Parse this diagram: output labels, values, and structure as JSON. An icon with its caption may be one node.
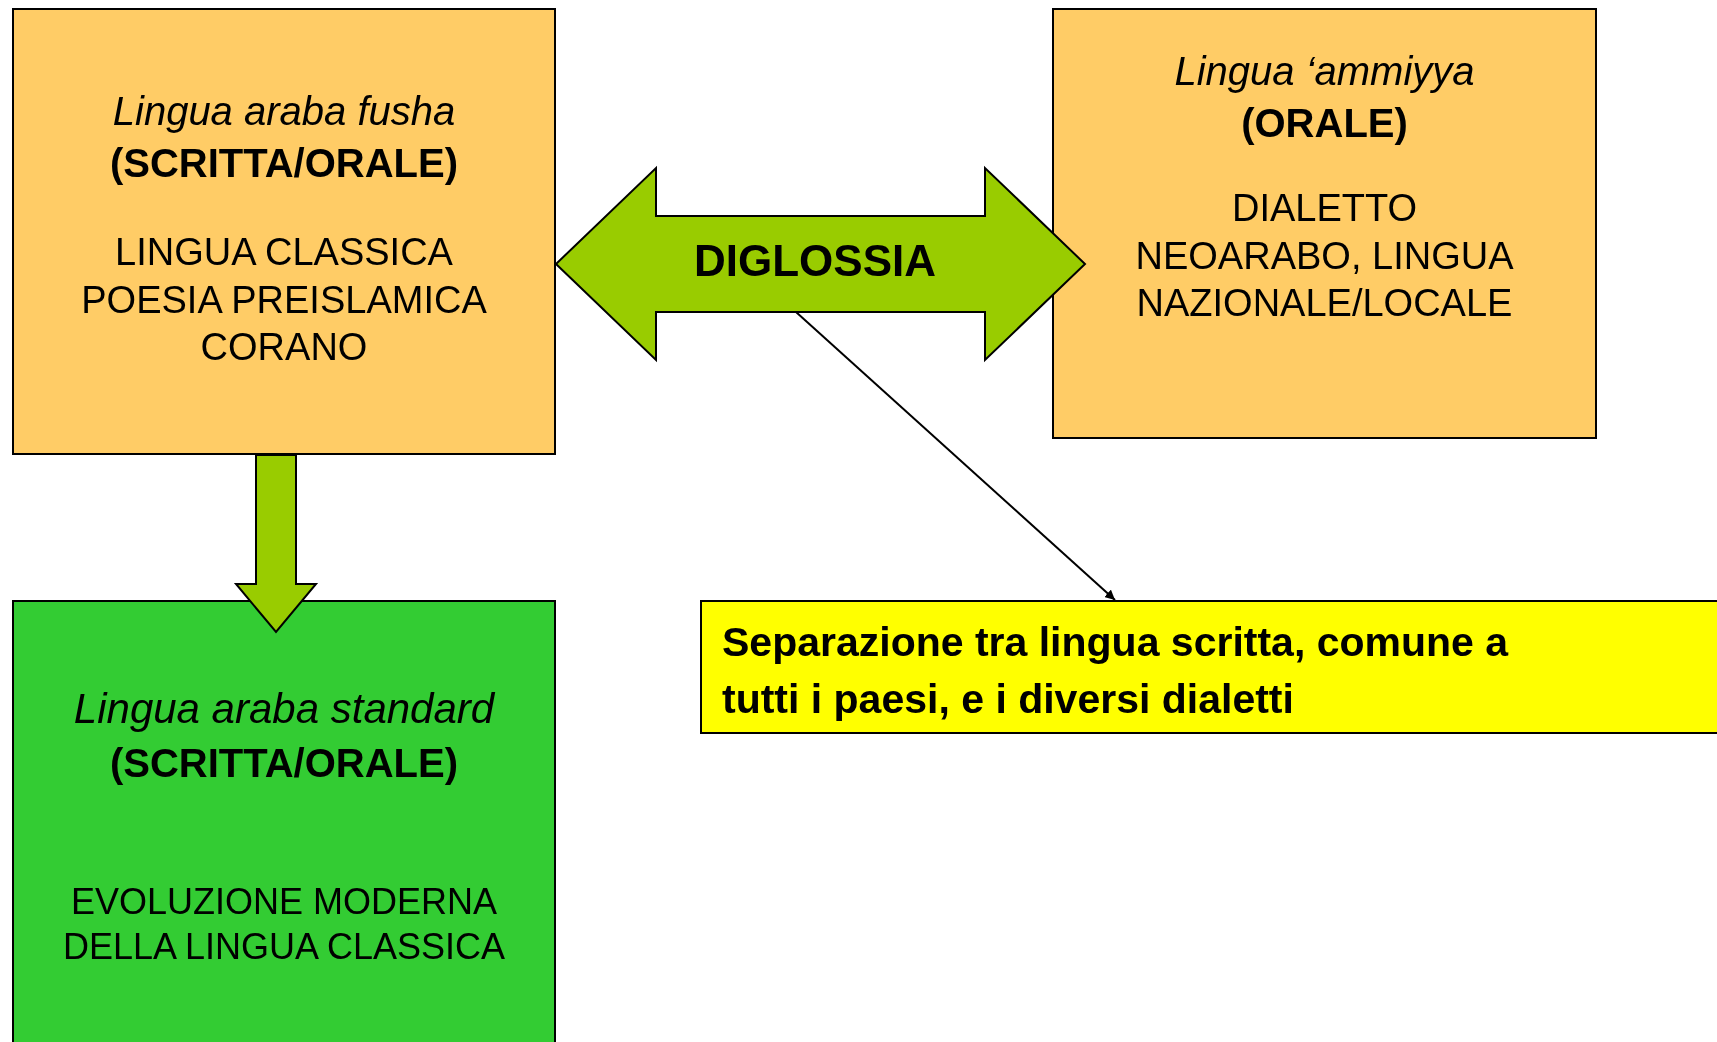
{
  "diagram": {
    "nodes": [
      {
        "text": [
          "Lingua araba fusha",
          "(SCRITTA/ORALE)",
          "LINGUA CLASSICA POESIA PREISLAMICA CORANO"
        ]
      },
      {
        "text": [
          "DIGLOSSIA"
        ]
      },
      {
        "text": [
          "Lingua ‘ammiyya",
          "(ORALE)",
          "DIALETTO NEOARABO, LINGUA NAZIONALE/LOCALE"
        ]
      },
      {
        "text": [
          "Lingua araba standard",
          "(SCRITTA/ORALE)",
          "EVOLUZIONE MODERNA DELLA LINGUA CLASSICA"
        ]
      },
      {
        "text": [
          "Separazione tra lingua scritta, comune a tutti i paesi, e i diversi dialetti"
        ]
      }
    ],
    "edges": [
      {
        "from": 0,
        "to": 3,
        "arrow": "to",
        "style": "thick",
        "color": "#99cc00"
      },
      {
        "from": 1,
        "to": 4,
        "arrow": "to"
      },
      {
        "from": 0,
        "to": 2,
        "arrow": "both",
        "style": "thick",
        "color": "#99cc00"
      }
    ]
  }
}
